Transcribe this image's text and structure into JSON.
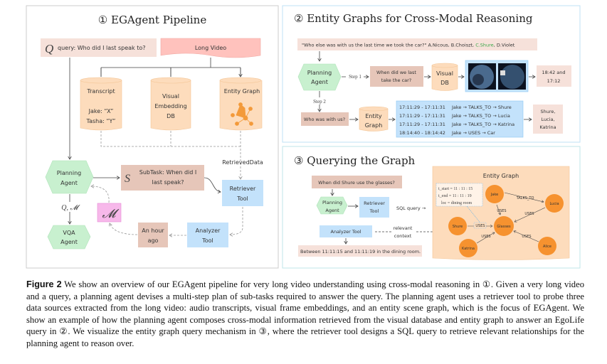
{
  "panel1": {
    "title": "① EGAgent Pipeline",
    "query_symbol": "Q",
    "query": "query: Who did I last speak to?",
    "long_video": "Long Video",
    "transcript": {
      "title": "Transcript",
      "line1": "Jake: “X”",
      "line2": "Tasha: “Y”"
    },
    "visual_db": {
      "line1": "Visual",
      "line2": "Embedding",
      "line3": "DB"
    },
    "entity_graph": "Entity Graph",
    "retrieved_data": "RetrievedData",
    "planning_agent": {
      "line1": "Planning",
      "line2": "Agent"
    },
    "subtask_symbol": "S",
    "subtask": {
      "line1": "SubTask: When did I",
      "line2": "last speak?"
    },
    "retriever_tool": {
      "line1": "Retriever",
      "line2": "Tool"
    },
    "memory_symbol": "𝓜",
    "qm_label": "Q, 𝓜",
    "vqa_agent": {
      "line1": "VQA",
      "line2": "Agent"
    },
    "hour_ago": {
      "line1": "An hour",
      "line2": "ago"
    },
    "analyzer_tool": {
      "line1": "Analyzer",
      "line2": "Tool"
    }
  },
  "panel2": {
    "title": "② Entity Graphs for Cross-Modal Reasoning",
    "question": "\"Who else was with us the last time we took the car?\" A.Nicous, B.Choiszt, ",
    "answer_correct": "C.Shure",
    "question_tail": ", D.Violet",
    "planning_agent": {
      "line1": "Planning",
      "line2": "Agent"
    },
    "step1": "Step 1",
    "step2": "Step 2",
    "when_box": {
      "line1": "When did we last",
      "line2": "take the car?"
    },
    "visual_db": {
      "line1": "Visual",
      "line2": "DB"
    },
    "time_result": {
      "line1": "18:42 and",
      "line2": "17:12"
    },
    "who_box": "Who was with us?",
    "entity_graph": {
      "line1": "Entity",
      "line2": "Graph"
    },
    "rows": [
      {
        "time": "17:11:29  - 17:11:31",
        "rel": "Jake → TALKS_TO → Shure"
      },
      {
        "time": "17:11:29  - 17:11:31",
        "rel": "Jake → TALKS_TO → Lucia"
      },
      {
        "time": "17:11:29  - 17:11:31",
        "rel": "Jake → TALKS_TO → Katrina"
      },
      {
        "time": "18:14:40 - 18:14:42",
        "rel": "Jake →  USES → Car"
      }
    ],
    "people_result": {
      "line1": "Shure,",
      "line2": "Lucia,",
      "line3": "Katrina"
    },
    "accent_green": "#3aa84a"
  },
  "panel3": {
    "title": "③ Querying the Graph",
    "question": "When did Shure use the glasses?",
    "planning_agent": {
      "line1": "Planning",
      "line2": "Agent"
    },
    "retriever_tool": {
      "line1": "Retriever",
      "line2": "Tool"
    },
    "sql_query": "SQL query →",
    "analyzer_tool": "Analyzer Tool",
    "relevant_context": {
      "line1": "relevant",
      "line2": "context"
    },
    "answer": "Between 11:11:15 and 11:11:19 in the dining room.",
    "graph_title": "Entity Graph",
    "constraints": {
      "start": "t_start = 11 : 11 : 15",
      "end": "t_end = 11 : 11 : 19",
      "loc": "loc = dining room"
    },
    "nodes": {
      "jake": "Jake",
      "lucia": "Lucia",
      "shure": "Shure",
      "glasses": "Glasses",
      "katrina": "Katrina",
      "alice": "Alice"
    },
    "edges": {
      "talks_to": "TALKS_TO",
      "uses": "USES"
    }
  },
  "caption": {
    "label": "Figure 2",
    "text": " We show an overview of our EGAgent pipeline for very long video understanding using cross-modal reasoning in ①. Given a very long video and a query, a planning agent devises a multi-step plan of sub-tasks required to answer the query. The planning agent uses a retriever tool to probe three data sources extracted from the long video: audio transcripts, visual frame embeddings, and an entity scene graph, which is the focus of EGAgent. We show an example of how the planning agent composes cross-modal information retrieved from the visual database and entity graph to answer an EgoLife query in ②. We visualize the entity graph query mechanism in ③, where the retriever tool designs a SQL query to retrieve relevant relationships for the planning agent to reason over."
  }
}
